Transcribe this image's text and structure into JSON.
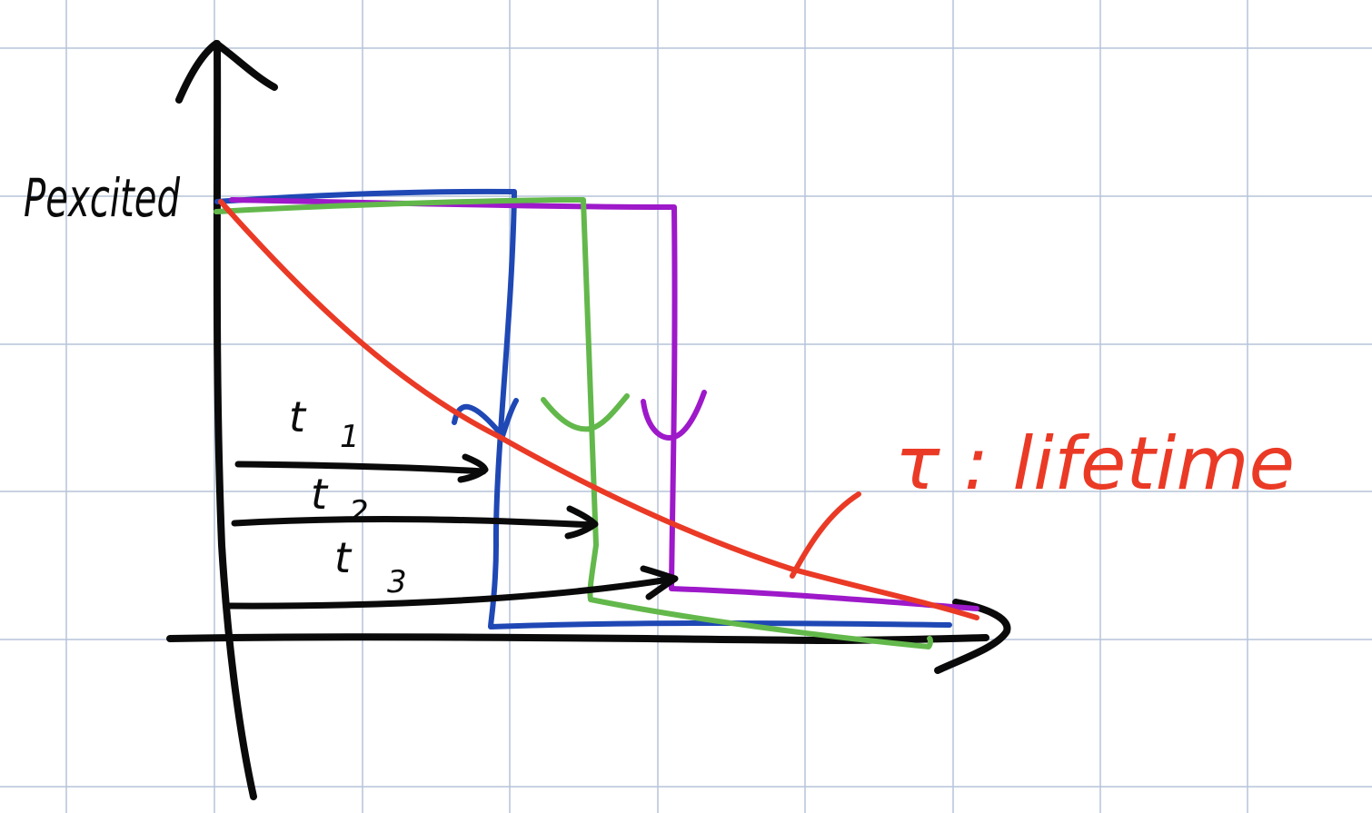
{
  "colors": {
    "paper": "#ffffff",
    "grid": "#b5c3d9",
    "ink_black": "#0a0a0a",
    "blue": "#1f48b5",
    "green": "#63b84b",
    "purple": "#9d19c9",
    "red": "#ea3a26"
  },
  "labels": {
    "y_axis": "Pexcited",
    "t1": "t",
    "t1_sub": "1",
    "t2": "t",
    "t2_sub": "2",
    "t3": "t",
    "t3_sub": "3",
    "tau": "τ : lifetime"
  }
}
